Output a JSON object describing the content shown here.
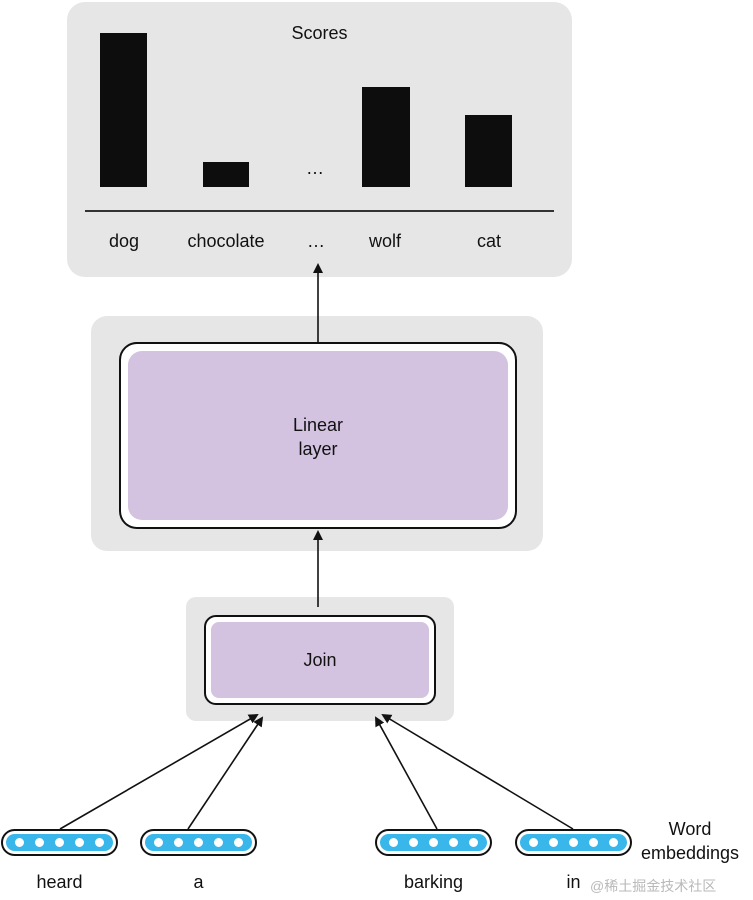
{
  "scores": {
    "title": "Scores",
    "bars": [
      {
        "label": "dog",
        "value": 1.0
      },
      {
        "label": "chocolate",
        "value": 0.16
      },
      {
        "label": "…",
        "value": 0
      },
      {
        "label": "wolf",
        "value": 0.65
      },
      {
        "label": "cat",
        "value": 0.47
      }
    ],
    "ellipsis": "…"
  },
  "linear": {
    "label": "Linear\nlayer"
  },
  "join": {
    "label": "Join"
  },
  "inputs": {
    "words": [
      "heard",
      "a",
      "barking",
      "in"
    ],
    "caption": "Word\nembeddings"
  },
  "watermark": "@稀土掘金技术社区",
  "colors": {
    "panel": "#e6e6e6",
    "layer_fill": "#d3c3e0",
    "embedding": "#39b7ea",
    "bar": "#0d0d0d"
  }
}
